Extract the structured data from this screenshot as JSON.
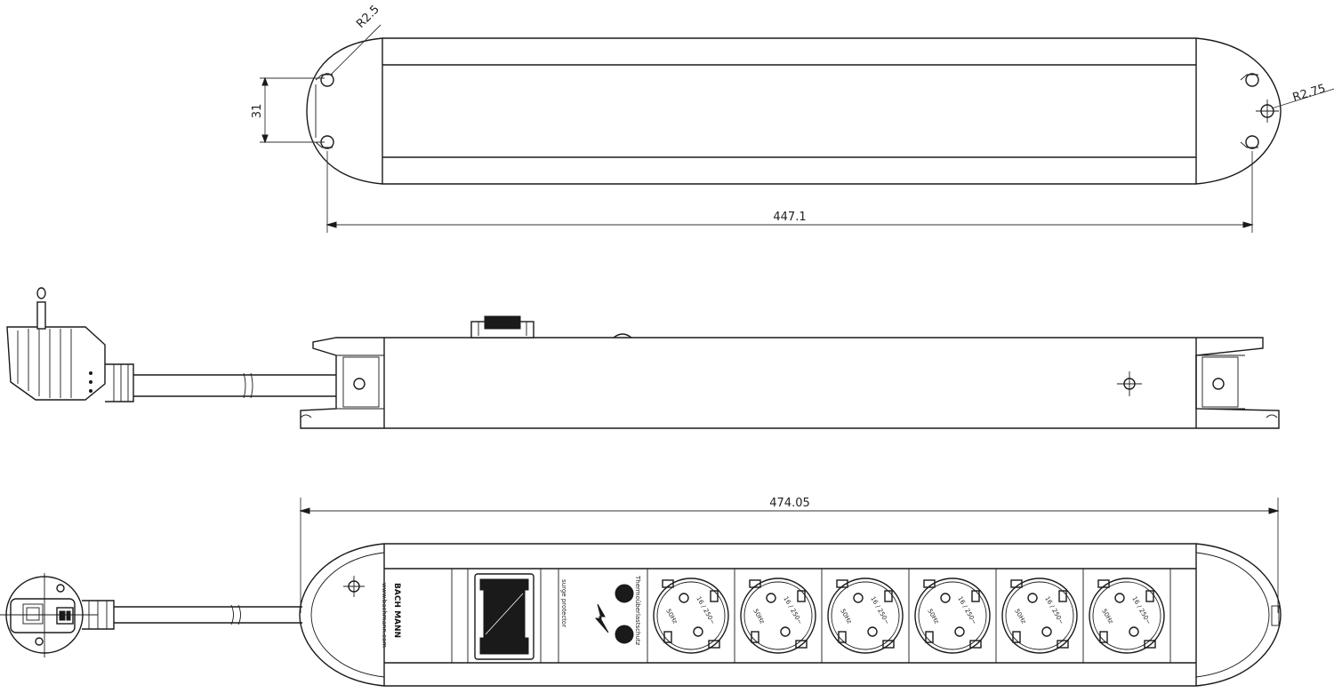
{
  "dimensions": {
    "top_radius_left": "R2.5",
    "top_height": "31",
    "top_radius_right": "R2.75",
    "top_length": "447.1",
    "bottom_length": "474.05"
  },
  "product_labels": {
    "brand": "BACH MANN",
    "website": "www.bachmann.com",
    "surge": "surge protector",
    "thermal": "Thermoüberlastschutz",
    "socket_rating": "16 / 250~",
    "socket_freq": "50Hz"
  },
  "sockets": {
    "count": 6
  },
  "colors": {
    "line": "#1a1a1a",
    "background": "#ffffff"
  }
}
